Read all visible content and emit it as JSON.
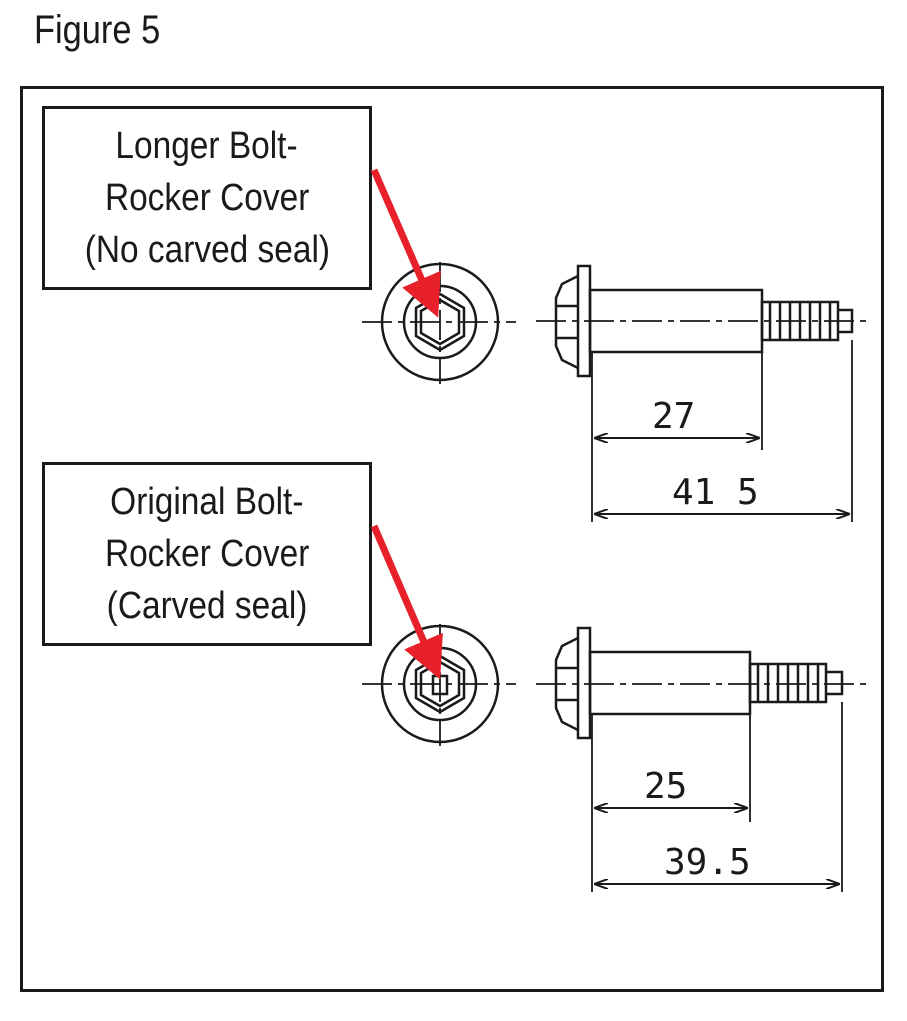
{
  "figure": {
    "title": "Figure 5"
  },
  "bolts": [
    {
      "label_lines": [
        "Longer Bolt-",
        "Rocker Cover",
        "(No carved seal)"
      ],
      "dim_shank": "27",
      "dim_total": "41 5"
    },
    {
      "label_lines": [
        "Original Bolt-",
        "Rocker Cover",
        "(Carved seal)"
      ],
      "dim_shank": "25",
      "dim_total": "39.5"
    }
  ],
  "colors": {
    "arrow": "#e8202a",
    "line": "#1a1a1a"
  }
}
